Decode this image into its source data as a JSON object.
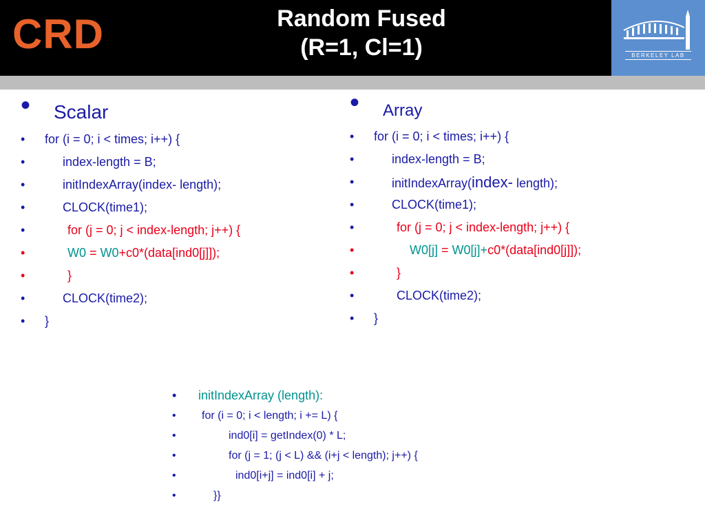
{
  "header": {
    "logo_text": "CRD",
    "title_line1": "Random Fused",
    "title_line2": "(R=1, Cl=1)",
    "lab_name": "BERKELEY LAB"
  },
  "bullet": "•",
  "scalar": {
    "heading": "Scalar",
    "lines": [
      "for (i = 0; i < times; i++) {",
      "index-length = B;",
      "initIndexArray(index- length);",
      "CLOCK(time1);",
      "for (j = 0; j < index-length; j++) {",
      "W0",
      " = ",
      "W0",
      "+c0*(data[ind0[j]]);",
      "}",
      "CLOCK(time2);",
      "}"
    ]
  },
  "array": {
    "heading": "Array",
    "lines": [
      "for (i = 0; i < times; i++) {",
      "index-length = B;",
      "initIndexArray(",
      "index-",
      " length);",
      "CLOCK(time1);",
      "for (j = 0; j < index-length; j++) {",
      "W0[j]",
      " = ",
      "W0[j]",
      "+",
      "c0*(data[ind0[j]]);",
      "}",
      "CLOCK(time2);",
      "}"
    ]
  },
  "init": {
    "lines": [
      "initIndexArray (length):",
      "for (i = 0; i < length; i += L) {",
      "ind0[i] = getIndex(0) * L;",
      "for (j = 1; (j < L) && (i+j < length); j++) {",
      "ind0[i+j] = ind0[i] + j;",
      "}}"
    ]
  },
  "colors": {
    "header_bg": "#000000",
    "logo_orange": "#e8622a",
    "lab_blue": "#5b8fcf",
    "text_blue": "#1a1aa6",
    "red": "#e8001a",
    "teal": "#00938f"
  }
}
